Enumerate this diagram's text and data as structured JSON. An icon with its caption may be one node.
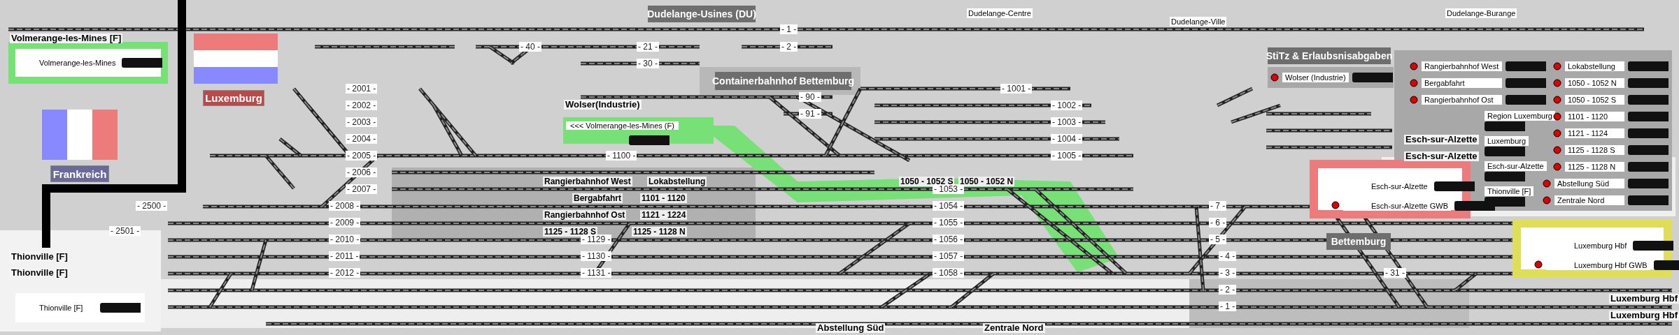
{
  "diagram": {
    "nodes": [
      {
        "text": [
          "Volmerange-les-Mines"
        ]
      },
      {
        "text": [
          "Luxemburg"
        ]
      },
      {
        "text": [
          "Frankreich"
        ]
      },
      {
        "text": [
          "Thionville  [F]"
        ]
      },
      {
        "text": [
          "Dudelange-Usines (DU)"
        ]
      },
      {
        "text": [
          "Containerbahnhof Bettemburg"
        ]
      },
      {
        "text": [
          "<<< Volmerange-les-Mines (F)"
        ]
      },
      {
        "text": [
          "StiTz & Erlaubsnisabgaben"
        ]
      },
      {
        "text": [
          "Wolser (Industrie)"
        ]
      },
      {
        "text": [],
        "shape": "box"
      },
      {
        "text": [
          "Rangierbahnhof West"
        ],
        "in": 9
      },
      {
        "text": [
          "Lokabstellung"
        ],
        "in": 9
      },
      {
        "text": [
          "Bergabfahrt"
        ],
        "in": 9
      },
      {
        "text": [
          "1050 - 1052 N"
        ],
        "in": 9
      },
      {
        "text": [
          "Rangierbahnhof Ost"
        ],
        "in": 9
      },
      {
        "text": [
          "1050 - 1052 S"
        ],
        "in": 9
      },
      {
        "text": [
          "Region Luxemburg"
        ],
        "in": 9
      },
      {
        "text": [
          "1101 - 1120"
        ],
        "in": 9
      },
      {
        "text": [
          "1121 - 1124"
        ],
        "in": 9
      },
      {
        "text": [
          "Luxemburg"
        ],
        "in": 9
      },
      {
        "text": [
          "1125 - 1128 S"
        ],
        "in": 9
      },
      {
        "text": [
          "Esch-sur-Alzette"
        ],
        "in": 9
      },
      {
        "text": [
          "1125 - 1128 N"
        ],
        "in": 9
      },
      {
        "text": [
          "Abstellung Süd"
        ],
        "in": 9
      },
      {
        "text": [
          "Thionville [F]"
        ],
        "in": 9
      },
      {
        "text": [
          "Zentrale Nord"
        ],
        "in": 9
      },
      {
        "text": [],
        "shape": "box"
      },
      {
        "text": [
          "Esch-sur-Alzette"
        ],
        "in": 26
      },
      {
        "text": [
          "Esch-sur-Alzette GWB"
        ],
        "in": 26
      },
      {
        "text": [],
        "shape": "box"
      },
      {
        "text": [
          "Luxemburg Hbf"
        ],
        "in": 29
      },
      {
        "text": [
          "Luxemburg Hbf GWB"
        ],
        "in": 29
      },
      {
        "text": [
          "Bettemburg"
        ]
      }
    ],
    "labels": [
      "Volmerange-les-Mines [F]",
      "Dudelange-Centre",
      "Dudelange-Ville",
      "Dudelange-Burange",
      "- 1 -",
      "- 40 -",
      "- 21 -",
      "- 2 -",
      "- 30 -",
      "- 2001 -",
      "- 1001 -",
      "- 90 -",
      "- 2002 -",
      "Wolser(Industrie)",
      "- 1002 -",
      "- 91 -",
      "- 2003 -",
      "- 1003 -",
      "- 2004 -",
      "- 1004 -",
      "- 2005 -",
      "- 1100 -",
      "- 1005 -",
      "Esch-sur-Alzette",
      "- 2006 -",
      "Esch-sur-Alzette",
      "Rangierbahnhof West",
      "Lokabstellung",
      "1050 - 1052 S",
      "1050 - 1052 N",
      "- 2007 -",
      "- 1053 -",
      "Bergabfahrt",
      "1101 - 1120",
      "- 2500 -",
      "- 2008 -",
      "- 1054 -",
      "- 7 -",
      "Rangierbahnhof Ost",
      "1121 - 1224",
      "- 2009 -",
      "- 1055 -",
      "- 6 -",
      "- 2501 -",
      "1125 - 1128 S",
      "1125 - 1128 N",
      "- 2010 -",
      "- 1129 -",
      "- 1056 -",
      "- 5 -",
      "Thionville [F]",
      "- 2011 -",
      "- 1130 -",
      "- 1057 -",
      "- 4 -",
      "Thionville [F]",
      "- 2012 -",
      "- 1131 -",
      "- 1058 -",
      "- 3 -",
      "- 31 -",
      "- 2 -",
      "Luxemburg Hbf",
      "- 1 -",
      "Luxemburg Hbf",
      "Abstellung Süd",
      "Zentrale Nord"
    ]
  }
}
